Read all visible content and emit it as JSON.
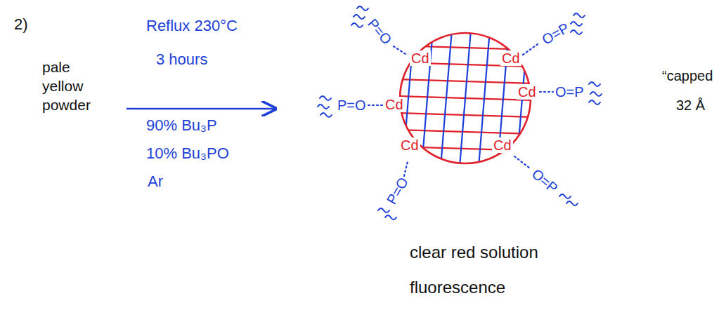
{
  "diagram": {
    "nodes": [
      {
        "text": [
          "Cd",
          "Cd",
          "Cd",
          "Cd",
          "Cd",
          "Cd"
        ]
      }
    ],
    "labels": [
      "2)",
      "pale yellow powder",
      "Reflux 230°C",
      "3 hours",
      "90% Bu₃P",
      "10% Bu₃PO",
      "Ar",
      "P=O",
      "O=P",
      "P=O",
      "O=P",
      "P=O",
      "O=P",
      "“capped",
      "32 Å",
      "clear red solution",
      "fluorescence"
    ]
  }
}
